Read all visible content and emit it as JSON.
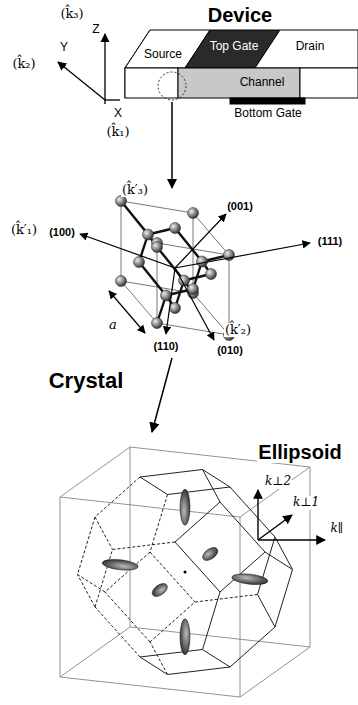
{
  "diagram": {
    "nodes": [
      {
        "text": [
          "Source"
        ]
      },
      {
        "text": [
          "Top Gate"
        ]
      },
      {
        "text": [
          "Drain"
        ]
      },
      {
        "text": [
          "Channel"
        ]
      },
      {
        "text": [
          "Bottom Gate"
        ]
      }
    ],
    "labels": [
      "Device",
      "(k̂₃)",
      "Z",
      "(k̂₂)",
      "Y",
      "X",
      "(k̂₁)",
      "(k̂′₃)",
      "(001)",
      "(k̂′₁)",
      "(100)",
      "(111)",
      "a",
      "(110)",
      "(k̂′₂)",
      "(010)",
      "Crystal",
      "Ellipsoid",
      "k⊥2",
      "k⊥1",
      "k∥"
    ]
  }
}
